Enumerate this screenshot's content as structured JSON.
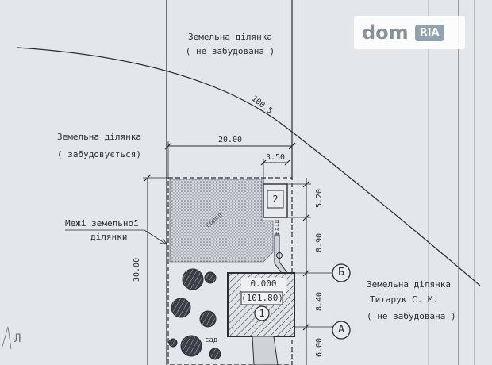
{
  "plot_top": {
    "line1": "Земельна ділянка",
    "line2": "( не забудована )"
  },
  "plot_left": {
    "line1": "Земельна ділянка",
    "line2": "( забудовується)"
  },
  "plot_right": {
    "line1": "Земельна ділянка",
    "line2": "Титарук С. М.",
    "line3": "( не забудована )"
  },
  "boundary_label": {
    "line1": "Межі земельної",
    "line2": "ділянки"
  },
  "contour_label": "100.5",
  "dimensions": {
    "width_total": "20.00",
    "width_small": "3.50",
    "length_total": "30.00",
    "seg_1": "5.20",
    "seg_2": "8.90",
    "seg_3": "8.40",
    "seg_4": "6.00"
  },
  "building_markers": {
    "marker_1": "1",
    "marker_2": "2"
  },
  "axes": {
    "axis_b": "Б",
    "axis_a": "А"
  },
  "elevation": {
    "zero_level": "0.000",
    "absolute_level": "(101.80)"
  },
  "annotations": {
    "entrance": "вхід",
    "sad": "сад",
    "hatched_area": "город"
  },
  "left_edge_mark": "Л",
  "watermark": {
    "brand": "dom",
    "badge": "RIA"
  },
  "colors": {
    "paper": "#e3e6ea",
    "ink": "#2a2e35",
    "dotted_fill": "#9aa0a8"
  }
}
